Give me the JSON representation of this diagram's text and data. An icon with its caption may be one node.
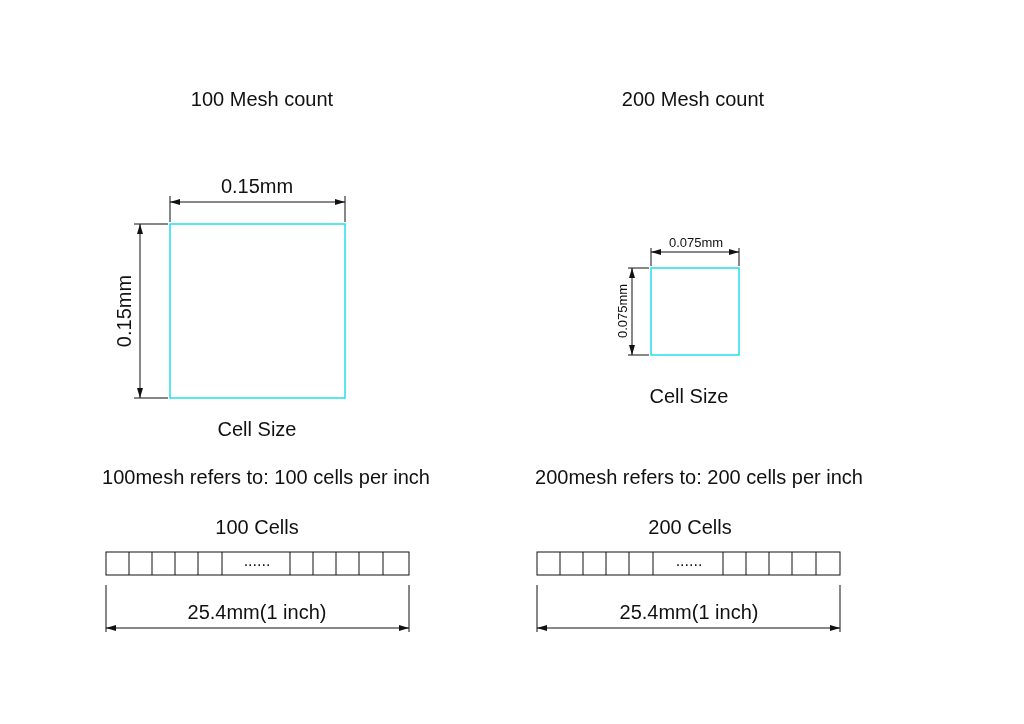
{
  "diagram": {
    "labels": [
      "100 Mesh count",
      "200 Mesh count",
      "0.15mm",
      "0.15mm",
      "0.075mm",
      "0.075mm",
      "Cell Size",
      "Cell Size",
      "100mesh refers to: 100 cells per inch",
      "200mesh refers to: 200 cells per inch",
      "100 Cells",
      "200 Cells",
      "......",
      "......",
      "25.4mm(1 inch)",
      "25.4mm(1 inch)"
    ]
  }
}
